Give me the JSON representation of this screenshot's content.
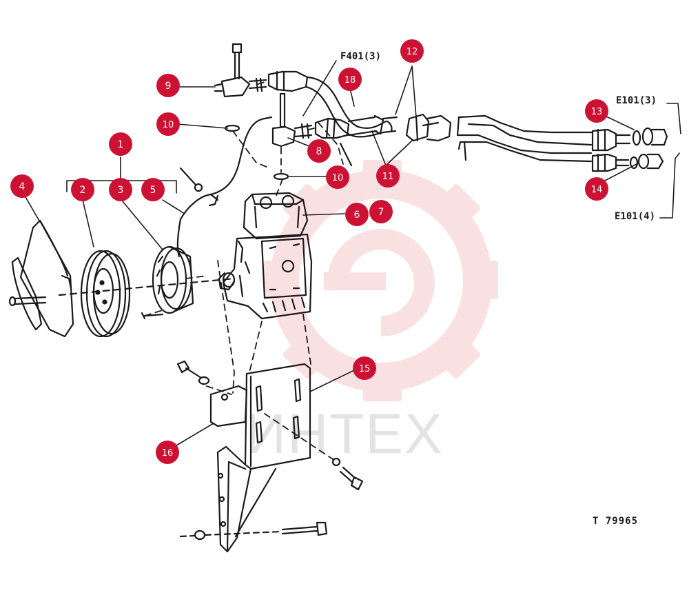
{
  "diagram": {
    "callouts": [
      "1",
      "2",
      "3",
      "4",
      "5",
      "6",
      "7",
      "8",
      "9",
      "10",
      "10",
      "11",
      "12",
      "13",
      "14",
      "15",
      "16",
      "18"
    ],
    "refs": {
      "f401": "F401(3)",
      "e101_3": "E101(3)",
      "e101_4": "E101(4)"
    },
    "figure_id": "T 79965",
    "watermark": "ИНТЕХ",
    "colors": {
      "callout_fill": "#cc1133",
      "callout_text": "#ffffff",
      "line_art": "#1a1a1a",
      "watermark": "#f4c7c7"
    }
  }
}
